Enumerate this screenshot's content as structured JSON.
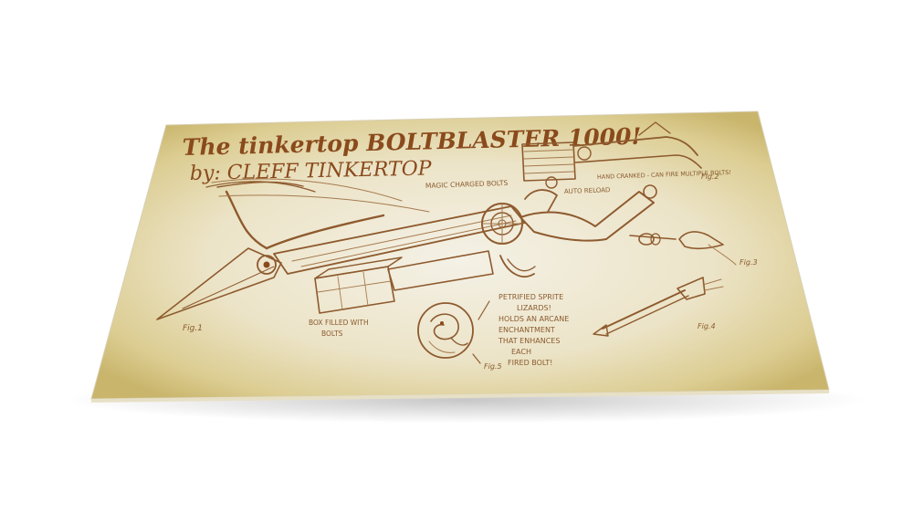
{
  "poster": {
    "title": "The tinkertop BOLTBLASTER 1000!",
    "byline": "by: CLEFF TINKERTOP"
  },
  "annotations": {
    "magic_charged_bolts": "MAGIC CHARGED BOLTS",
    "hand_cranked": "HAND CRANKED - CAN FIRE MULTIPLE BOLTS!",
    "auto_reload": "AUTO RELOAD",
    "box_filled": "BOX FILLED WITH",
    "bolts": "BOLTS",
    "petrified_1": "PETRIFIED SPRITE",
    "petrified_2": "LIZARDS!",
    "petrified_3": "HOLDS AN ARCANE",
    "petrified_4": "ENCHANTMENT",
    "petrified_5": "THAT ENHANCES",
    "petrified_6": "EACH",
    "petrified_7": "FIRED BOLT!"
  },
  "figures": {
    "fig1": "Fig.1",
    "fig2": "Fig.2",
    "fig3": "Fig.3",
    "fig4": "Fig.4",
    "fig5": "Fig.5"
  },
  "colors": {
    "ink": "#8a4a1c",
    "paper_light": "#f3efe1",
    "paper_stain": "#d9c98a"
  }
}
